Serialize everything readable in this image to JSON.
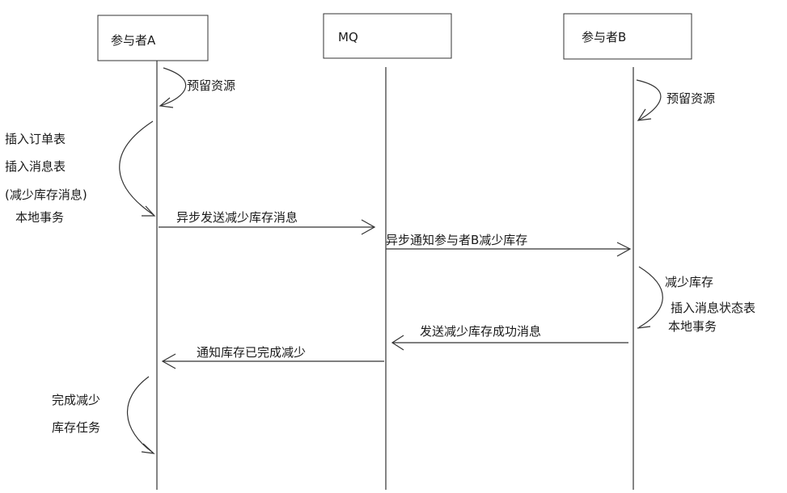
{
  "participants": {
    "a": "参与者A",
    "mq": "MQ",
    "b": "参与者B"
  },
  "notes": {
    "a_reserve": "预留资源",
    "b_reserve": "预留资源",
    "a_tx_line1": "插入订单表",
    "a_tx_line2": "插入消息表",
    "a_tx_line3": "(减少库存消息)",
    "a_tx_line4": "本地事务",
    "b_tx_line1": "减少库存",
    "b_tx_line2": "插入消息状态表",
    "b_tx_line3": "本地事务",
    "a_done_line1": "完成减少",
    "a_done_line2": "库存任务"
  },
  "messages": {
    "a_to_mq": "异步发送减少库存消息",
    "mq_to_b": "异步通知参与者B减少库存",
    "b_to_mq": "发送减少库存成功消息",
    "mq_to_a": "通知库存已完成减少"
  }
}
